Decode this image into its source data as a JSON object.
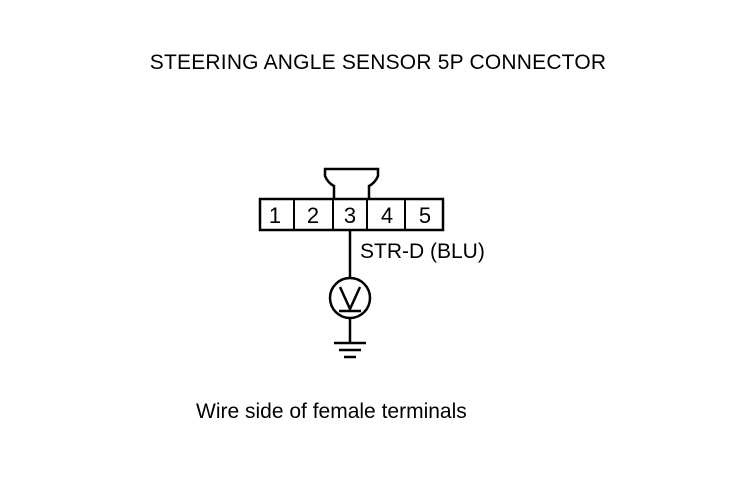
{
  "title": "STEERING ANGLE SENSOR 5P CONNECTOR",
  "connector": {
    "terminals": [
      "1",
      "2",
      "3",
      "4",
      "5"
    ]
  },
  "wire_label": "STR-D (BLU)",
  "footer": "Wire side of female terminals",
  "meter": {
    "icon": "voltmeter-icon",
    "symbol": "V"
  },
  "ground": {
    "icon": "ground-icon"
  }
}
